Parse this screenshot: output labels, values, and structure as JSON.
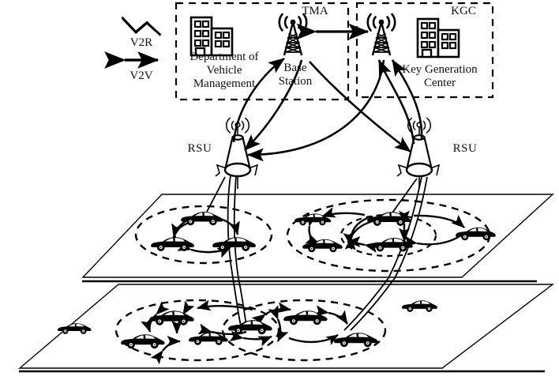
{
  "figure": {
    "title": "Vehicular network system model with TMA and KGC",
    "background": "#ffffff",
    "stroke": "#000000"
  },
  "legend": {
    "items": [
      {
        "symbol": "zigzag-line-icon",
        "label": "V2R",
        "meaning": "vehicle-to-roadside link"
      },
      {
        "symbol": "double-arrow-icon",
        "label": "V2V",
        "meaning": "vehicle-to-vehicle link"
      }
    ]
  },
  "authority_boxes": [
    {
      "id": "tma",
      "tag": "TMA",
      "tag_position": "top-right",
      "style": "dashed",
      "entities": [
        {
          "icon": "office-building-icon",
          "label": "Department of\nVehicle\nManagement"
        },
        {
          "icon": "radio-tower-icon",
          "label": "Base\nStation"
        }
      ]
    },
    {
      "id": "kgc",
      "tag": "KGC",
      "tag_position": "top-right",
      "style": "dashed",
      "entities": [
        {
          "icon": "radio-tower-icon",
          "label": ""
        },
        {
          "icon": "office-building-icon",
          "label": "Key Generation\nCenter"
        }
      ]
    }
  ],
  "roadside_units": [
    {
      "id": "rsu-left",
      "label": "RSU",
      "label_side": "left",
      "icon": "rsu-antenna-icon"
    },
    {
      "id": "rsu-right",
      "label": "RSU",
      "label_side": "right",
      "icon": "rsu-antenna-icon"
    }
  ],
  "links": [
    {
      "from": "base-station",
      "to": "kgc-tower",
      "kind": "double-arrow",
      "style": "straight"
    },
    {
      "from": "rsu-left",
      "to": "base-station",
      "kind": "arrow-up",
      "style": "curved"
    },
    {
      "from": "base-station",
      "to": "rsu-left",
      "kind": "arrow-down",
      "style": "curved"
    },
    {
      "from": "rsu-right",
      "to": "kgc-tower",
      "kind": "arrow-up",
      "style": "curved"
    },
    {
      "from": "kgc-tower",
      "to": "rsu-right",
      "kind": "arrow-down",
      "style": "curved"
    },
    {
      "from": "rsu-left",
      "to": "kgc-tower",
      "kind": "arrow-up",
      "style": "curved-crossing"
    },
    {
      "from": "kgc-tower",
      "to": "rsu-left",
      "kind": "arrow-down",
      "style": "curved-crossing"
    },
    {
      "from": "rsu-left",
      "to": "cluster-upper-left",
      "kind": "v2r-thin-line",
      "style": "straight"
    },
    {
      "from": "rsu-right",
      "to": "cluster-upper-right",
      "kind": "v2r-thin-line",
      "style": "straight"
    },
    {
      "from": "rsu-left",
      "to": "cluster-lower-left",
      "kind": "v2r-thin-line",
      "style": "straight"
    },
    {
      "from": "rsu-right",
      "to": "cluster-lower-right",
      "kind": "v2r-thin-line",
      "style": "straight"
    }
  ],
  "road_planes": [
    {
      "id": "upper-plane",
      "shape": "parallelogram",
      "contains": [
        "cluster-upper-left",
        "cluster-upper-right"
      ]
    },
    {
      "id": "lower-plane",
      "shape": "parallelogram",
      "contains": [
        "cluster-lower-left",
        "cluster-lower-right",
        "free-vehicle-left",
        "free-vehicle-right"
      ]
    }
  ],
  "vehicle_clusters": [
    {
      "id": "cluster-upper-left",
      "ring_style": "dashed-ellipse",
      "rings": 1,
      "vehicle_count": 3,
      "v2v_links": 3
    },
    {
      "id": "cluster-upper-right",
      "ring_style": "dashed-ellipse",
      "rings": 2,
      "vehicle_count": 5,
      "v2v_links": 6
    },
    {
      "id": "cluster-lower-left",
      "ring_style": "dashed-ellipse",
      "rings": 1,
      "vehicle_count": 4,
      "v2v_links": 4
    },
    {
      "id": "cluster-lower-right",
      "ring_style": "dashed-ellipse",
      "rings": 1,
      "vehicle_count": 4,
      "v2v_links": 4
    }
  ],
  "free_vehicles": [
    {
      "id": "free-vehicle-left",
      "in_cluster": false
    },
    {
      "id": "free-vehicle-right",
      "in_cluster": false
    }
  ],
  "counts": {
    "total_vehicles": 18,
    "clusters": 4,
    "rsus": 2,
    "towers": 2,
    "buildings": 2
  }
}
